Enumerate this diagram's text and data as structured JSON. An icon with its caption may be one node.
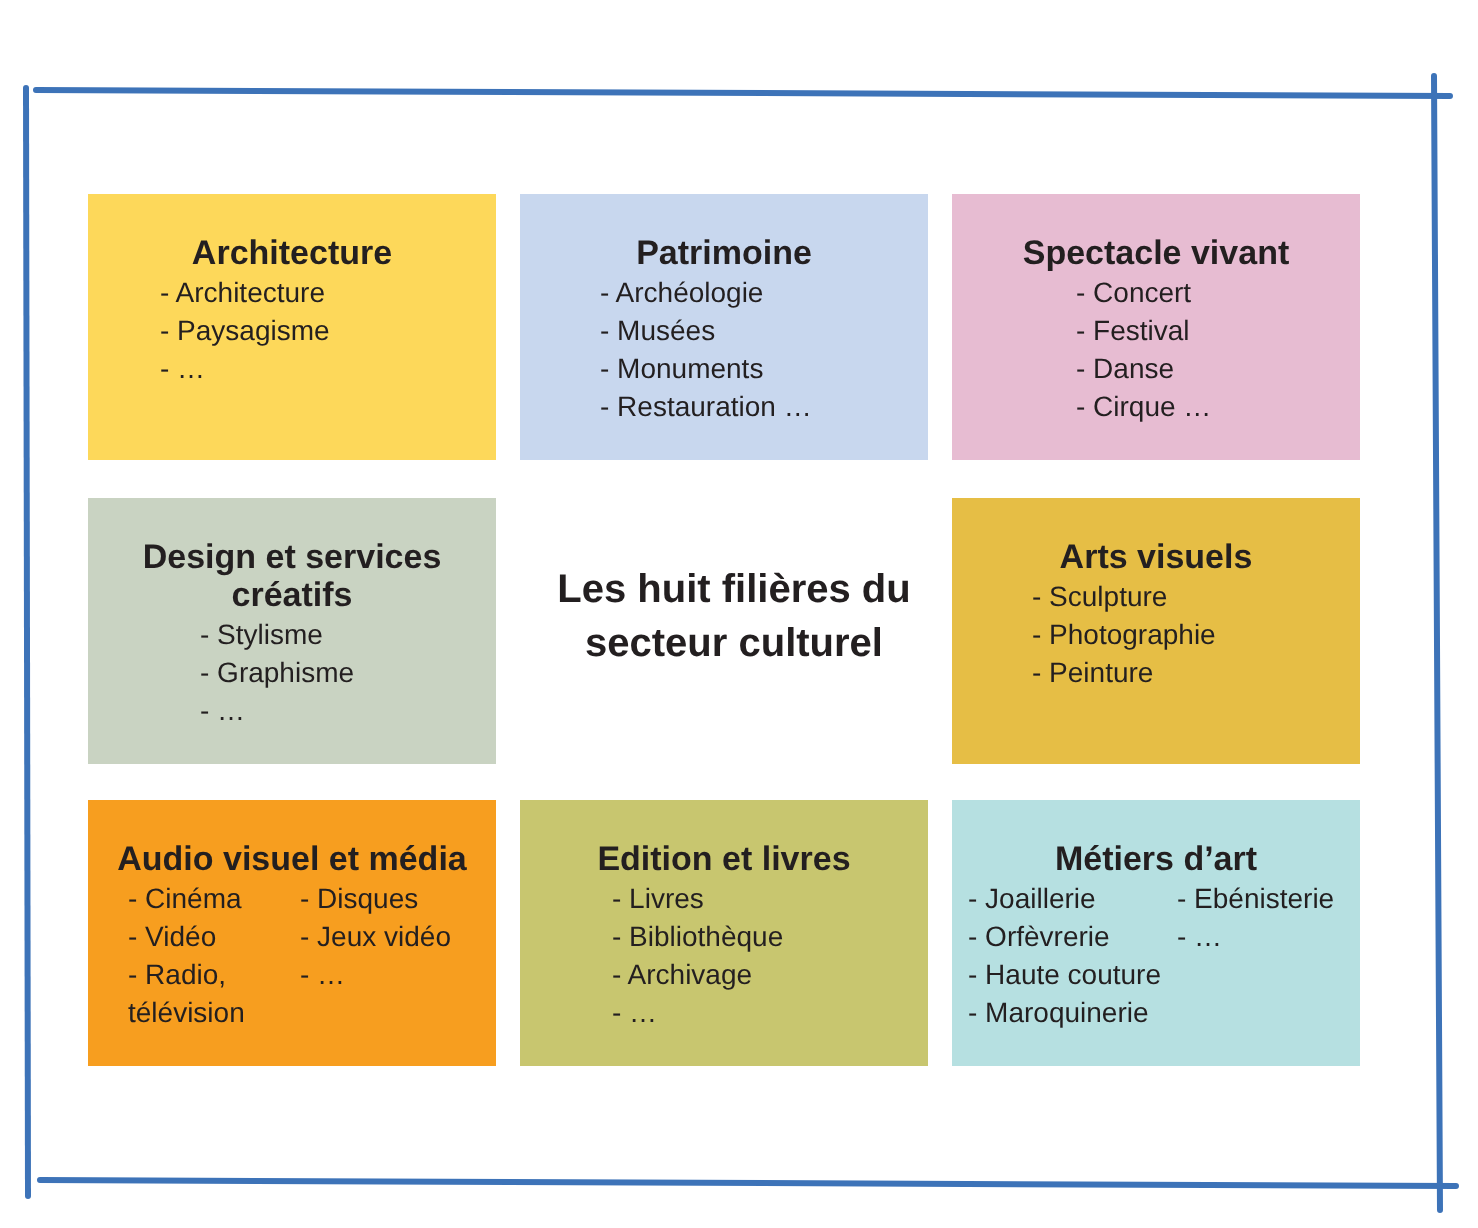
{
  "diagram": {
    "title": "Les huit filières du secteur culturel",
    "nodes": [
      {
        "text": [
          "Architecture",
          "- Architecture",
          "- Paysagisme",
          "- …"
        ]
      },
      {
        "text": [
          "Patrimoine",
          "- Archéologie",
          "- Musées",
          "- Monuments",
          "- Restauration …"
        ]
      },
      {
        "text": [
          "Spectacle vivant",
          "- Concert",
          "- Festival",
          "- Danse",
          "- Cirque …"
        ]
      },
      {
        "text": [
          "Design et services créatifs",
          "- Stylisme",
          "- Graphisme",
          "- …"
        ]
      },
      {
        "text": [
          "Arts visuels",
          "- Sculpture",
          "- Photographie",
          "- Peinture"
        ]
      },
      {
        "text": [
          "Audio visuel et média",
          "- Cinéma",
          "- Vidéo",
          "- Radio, télévision",
          "- Disques",
          "- Jeux vidéo",
          "- …"
        ]
      },
      {
        "text": [
          "Edition et livres",
          "- Livres",
          "- Bibliothèque",
          "- Archivage",
          "- …"
        ]
      },
      {
        "text": [
          "Métiers d’art",
          "- Joaillerie",
          "- Orfèvrerie",
          "- Haute couture",
          "- Maroquinerie",
          "- Ebénisterie",
          "- …"
        ]
      }
    ]
  }
}
